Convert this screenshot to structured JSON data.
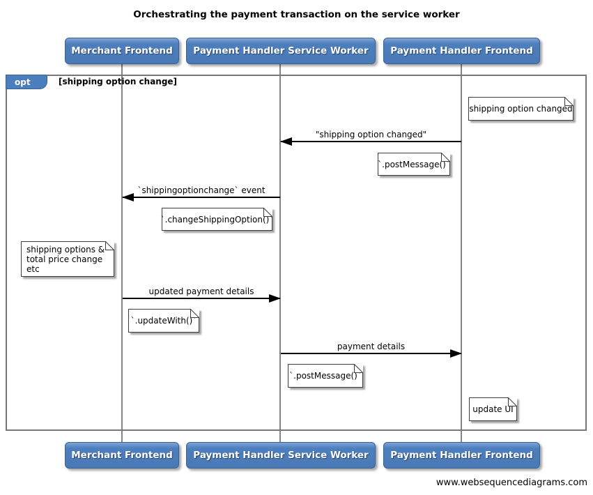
{
  "title": "Orchestrating the payment transaction on the service worker",
  "watermark": "www.websequencediagrams.com",
  "frame": {
    "operator": "opt",
    "guard": "[shipping option change]"
  },
  "actors": [
    {
      "label": "Merchant Frontend"
    },
    {
      "label": "Payment Handler Service Worker"
    },
    {
      "label": "Payment Handler Frontend"
    }
  ],
  "messages": [
    {
      "label": "\"shipping option changed\"",
      "from": "Payment Handler Frontend",
      "to": "Payment Handler Service Worker",
      "direction": "left"
    },
    {
      "label": "`shippingoptionchange` event",
      "from": "Payment Handler Service Worker",
      "to": "Merchant Frontend",
      "direction": "left"
    },
    {
      "label": "updated payment details",
      "from": "Merchant Frontend",
      "to": "Payment Handler Service Worker",
      "direction": "right"
    },
    {
      "label": "payment details",
      "from": "Payment Handler Service Worker",
      "to": "Payment Handler Frontend",
      "direction": "right"
    }
  ],
  "notes": [
    {
      "text": "shipping option changed",
      "near": "Payment Handler Frontend"
    },
    {
      "text": "`.postMessage()`",
      "near": "Payment Handler Frontend"
    },
    {
      "text": "`.changeShippingOption()`",
      "near": "Payment Handler Service Worker"
    },
    {
      "text": "shipping options &\ntotal price change etc",
      "near": "Merchant Frontend"
    },
    {
      "text": "`.updateWith()`",
      "near": "Merchant Frontend"
    },
    {
      "text": "`.postMessage()`",
      "near": "Payment Handler Service Worker"
    },
    {
      "text": "update UI",
      "near": "Payment Handler Frontend"
    }
  ],
  "colors": {
    "actor_fill": "#4c7ebd",
    "actor_border": "#39608f",
    "frame_border": "#777777",
    "lifeline": "#848484",
    "arrow": "#000000",
    "note_border": "#3c3c3c",
    "background": "#ffffff"
  }
}
